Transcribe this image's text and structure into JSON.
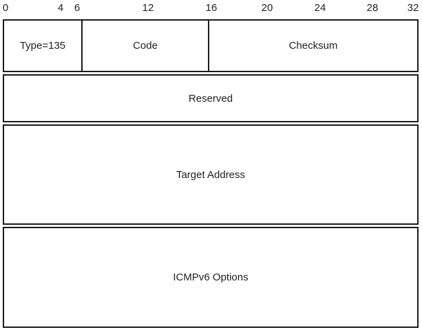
{
  "diagram": {
    "ruler": {
      "labels": [
        "0",
        "4",
        "6",
        "12",
        "16",
        "20",
        "24",
        "28",
        "32"
      ]
    },
    "rows": [
      {
        "cells": [
          {
            "label": "Type=135"
          },
          {
            "label": "Code"
          },
          {
            "label": "Checksum"
          }
        ]
      },
      {
        "cells": [
          {
            "label": "Reserved"
          }
        ]
      },
      {
        "cells": [
          {
            "label": "Target Address"
          }
        ]
      },
      {
        "cells": [
          {
            "label": "ICMPv6 Options"
          }
        ]
      }
    ],
    "colors": {
      "border": "#1a1a1a",
      "background": "#ffffff",
      "text": "#1f1f1f"
    }
  }
}
